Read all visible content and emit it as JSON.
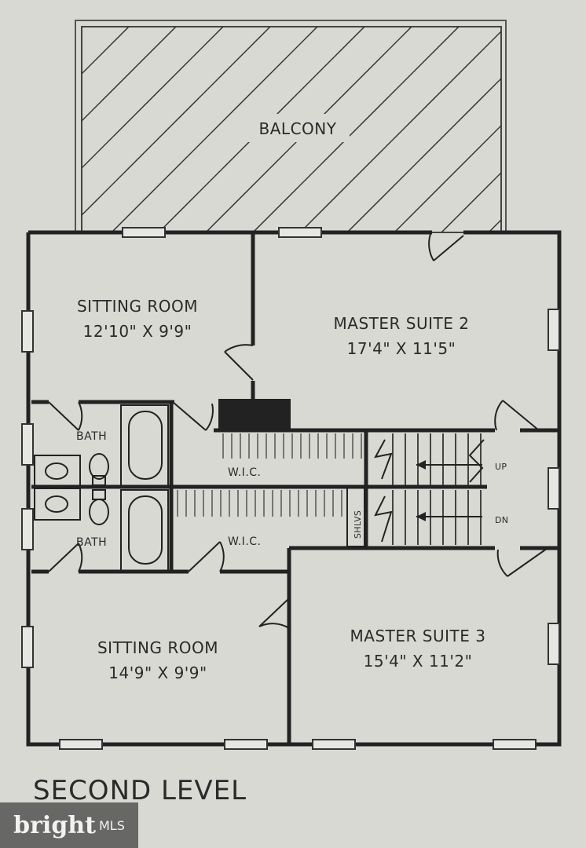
{
  "plan": {
    "balcony": "BALCONY",
    "sitting_room_1": {
      "name": "SITTING ROOM",
      "size": "12'10\" X 9'9\""
    },
    "master_suite_2": {
      "name": "MASTER SUITE 2",
      "size": "17'4\" X 11'5\""
    },
    "bath_1": "BATH",
    "bath_2": "BATH",
    "wic_1": "W.I.C.",
    "wic_2": "W.I.C.",
    "shelves": "SHLVS",
    "stairs_up": "UP",
    "stairs_down": "DN",
    "sitting_room_2": {
      "name": "SITTING ROOM",
      "size": "14'9\" X 9'9\""
    },
    "master_suite_3": {
      "name": "MASTER SUITE 3",
      "size": "15'4\" X 11'2\""
    },
    "level_title": "SECOND LEVEL"
  },
  "watermark": {
    "brand": "bright",
    "suffix": "MLS"
  }
}
